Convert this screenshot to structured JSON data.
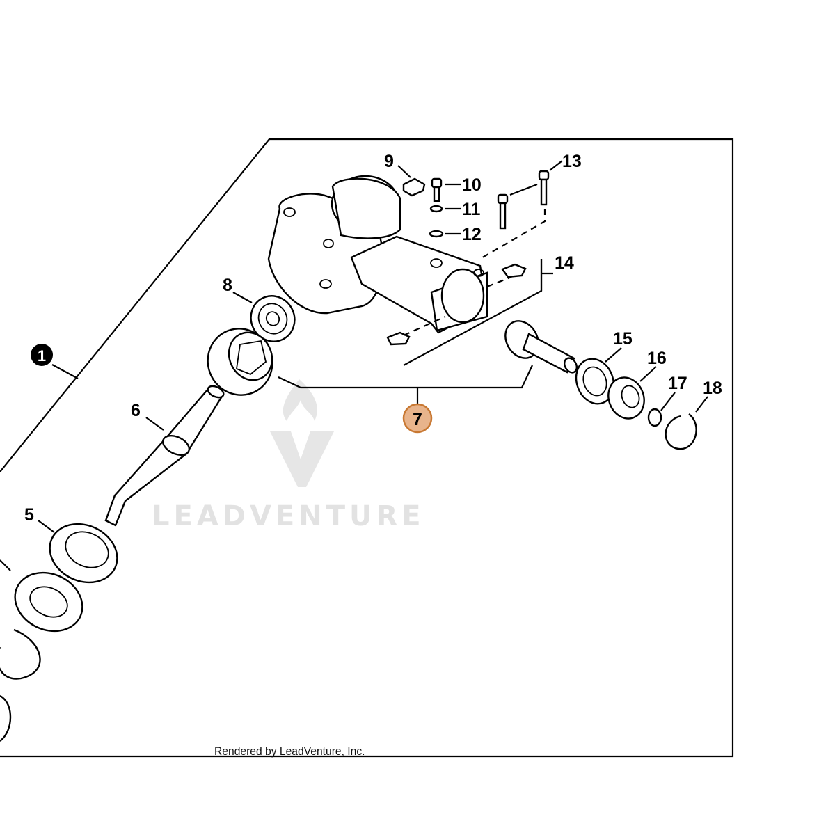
{
  "watermark": {
    "brand_text": "LEADVENTURE"
  },
  "footer": {
    "rendered_by": "Rendered by LeadVenture, Inc."
  },
  "callouts": {
    "c1": "1",
    "c5": "5",
    "c6": "6",
    "c7": "7",
    "c8": "8",
    "c9": "9",
    "c10": "10",
    "c11": "11",
    "c12": "12",
    "c13": "13",
    "c14": "14",
    "c15": "15",
    "c16": "16",
    "c17": "17",
    "c18": "18"
  },
  "colors": {
    "highlight_fill": "#e8b48c",
    "highlight_stroke": "#c87832",
    "watermark": "#e2e2e2",
    "line": "#000000"
  },
  "icons": {
    "watermark_logo": "leadventure-flame-logo"
  }
}
